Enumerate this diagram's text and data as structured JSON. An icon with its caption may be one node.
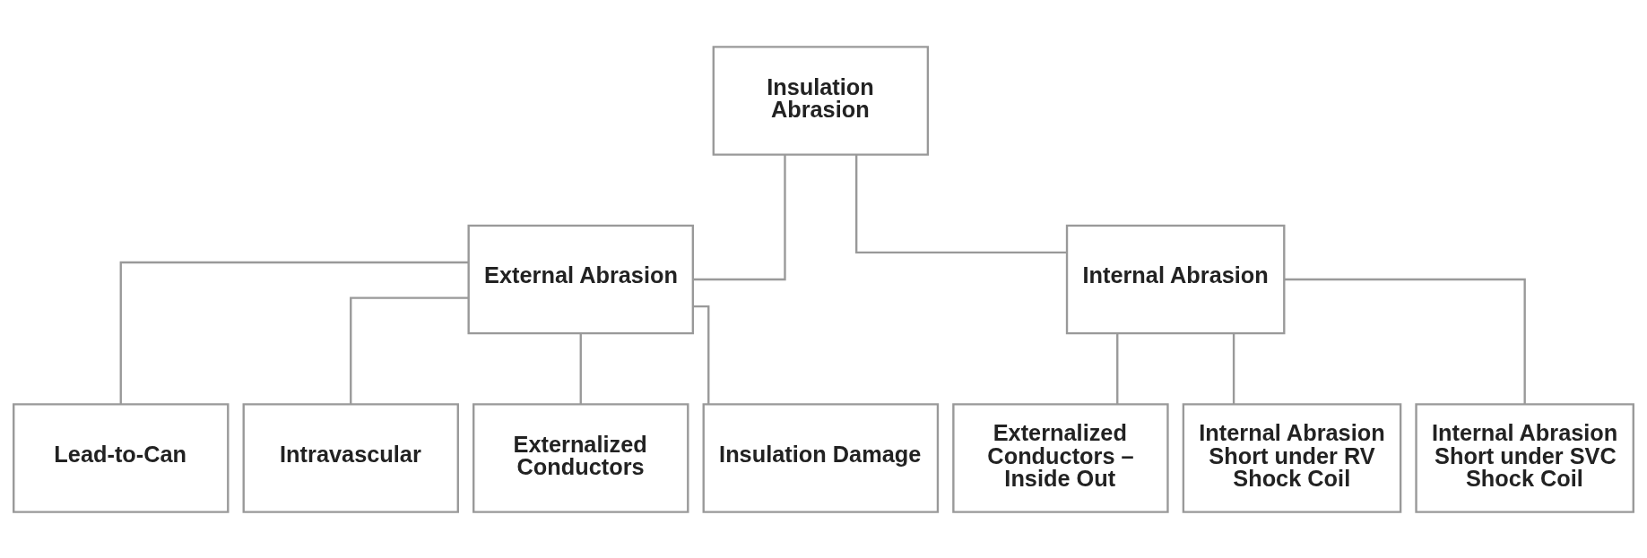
{
  "diagram": {
    "nodes": [
      {
        "text": [
          "Insulation Abrasion"
        ]
      },
      {
        "text": [
          "External Abrasion"
        ]
      },
      {
        "text": [
          "Internal Abrasion"
        ]
      },
      {
        "text": [
          "Lead-to-Can"
        ]
      },
      {
        "text": [
          "Intravascular"
        ]
      },
      {
        "text": [
          "Externalized Conductors"
        ]
      },
      {
        "text": [
          "Insulation Damage"
        ]
      },
      {
        "text": [
          "Externalized Conductors – Inside Out"
        ]
      },
      {
        "text": [
          "Internal Abrasion Short under RV Shock Coil"
        ]
      },
      {
        "text": [
          "Internal Abrasion Short under SVC Shock Coil"
        ]
      }
    ],
    "edges": [
      {
        "from": 0,
        "to": 1,
        "arrow": "none"
      },
      {
        "from": 0,
        "to": 2,
        "arrow": "none"
      },
      {
        "from": 1,
        "to": 3,
        "arrow": "none"
      },
      {
        "from": 1,
        "to": 4,
        "arrow": "none"
      },
      {
        "from": 1,
        "to": 5,
        "arrow": "none"
      },
      {
        "from": 1,
        "to": 6,
        "arrow": "none"
      },
      {
        "from": 2,
        "to": 7,
        "arrow": "none"
      },
      {
        "from": 2,
        "to": 8,
        "arrow": "none"
      },
      {
        "from": 2,
        "to": 9,
        "arrow": "none"
      }
    ]
  }
}
